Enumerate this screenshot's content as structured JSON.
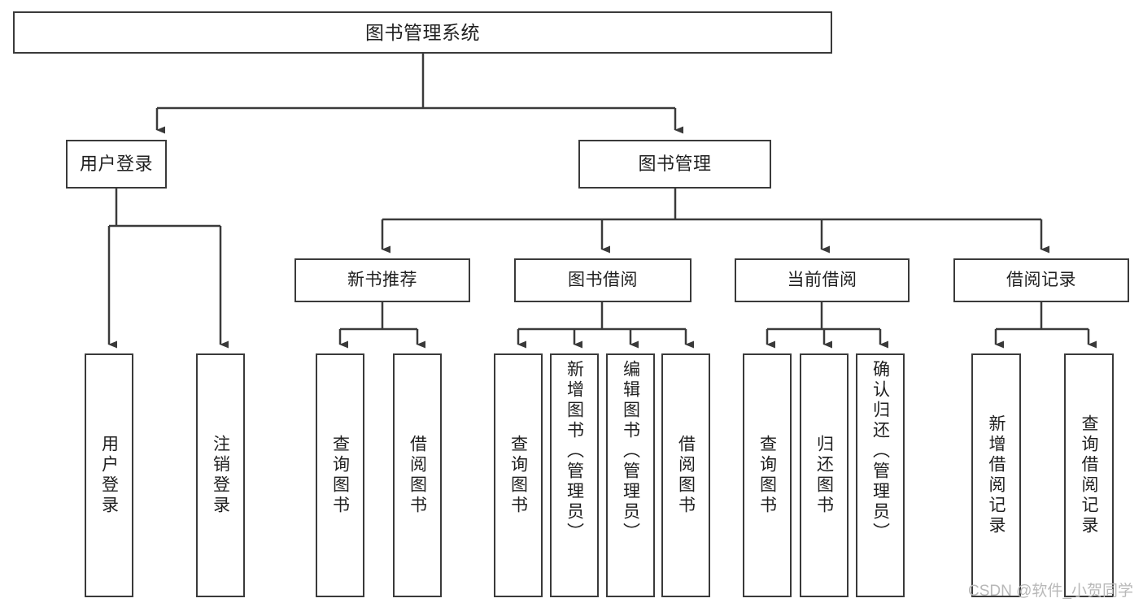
{
  "diagram": {
    "title": "图书管理系统",
    "type": "tree-hierarchy",
    "watermark": "CSDN @软件_小贺同学",
    "colors": {
      "stroke": "#3a3a3a",
      "fill": "#ffffff",
      "text": "#1f1f1f",
      "watermark": "#b8b8b8"
    },
    "root": {
      "label": "图书管理系统"
    },
    "level2": [
      {
        "label": "用户登录"
      },
      {
        "label": "图书管理"
      }
    ],
    "level3": [
      {
        "label": "新书推荐"
      },
      {
        "label": "图书借阅"
      },
      {
        "label": "当前借阅"
      },
      {
        "label": "借阅记录"
      }
    ],
    "leaves": {
      "user_login": [
        {
          "label": "用户登录"
        },
        {
          "label": "注销登录"
        }
      ],
      "new_book_recommend": [
        {
          "label": "查询图书"
        },
        {
          "label": "借阅图书"
        }
      ],
      "book_borrow": [
        {
          "label": "查询图书"
        },
        {
          "label": "新增图书（管理员）"
        },
        {
          "label": "编辑图书（管理员）"
        },
        {
          "label": "借阅图书"
        }
      ],
      "current_borrow": [
        {
          "label": "查询图书"
        },
        {
          "label": "归还图书"
        },
        {
          "label": "确认归还（管理员）"
        }
      ],
      "borrow_record": [
        {
          "label": "新增借阅记录"
        },
        {
          "label": "查询借阅记录"
        }
      ]
    }
  }
}
